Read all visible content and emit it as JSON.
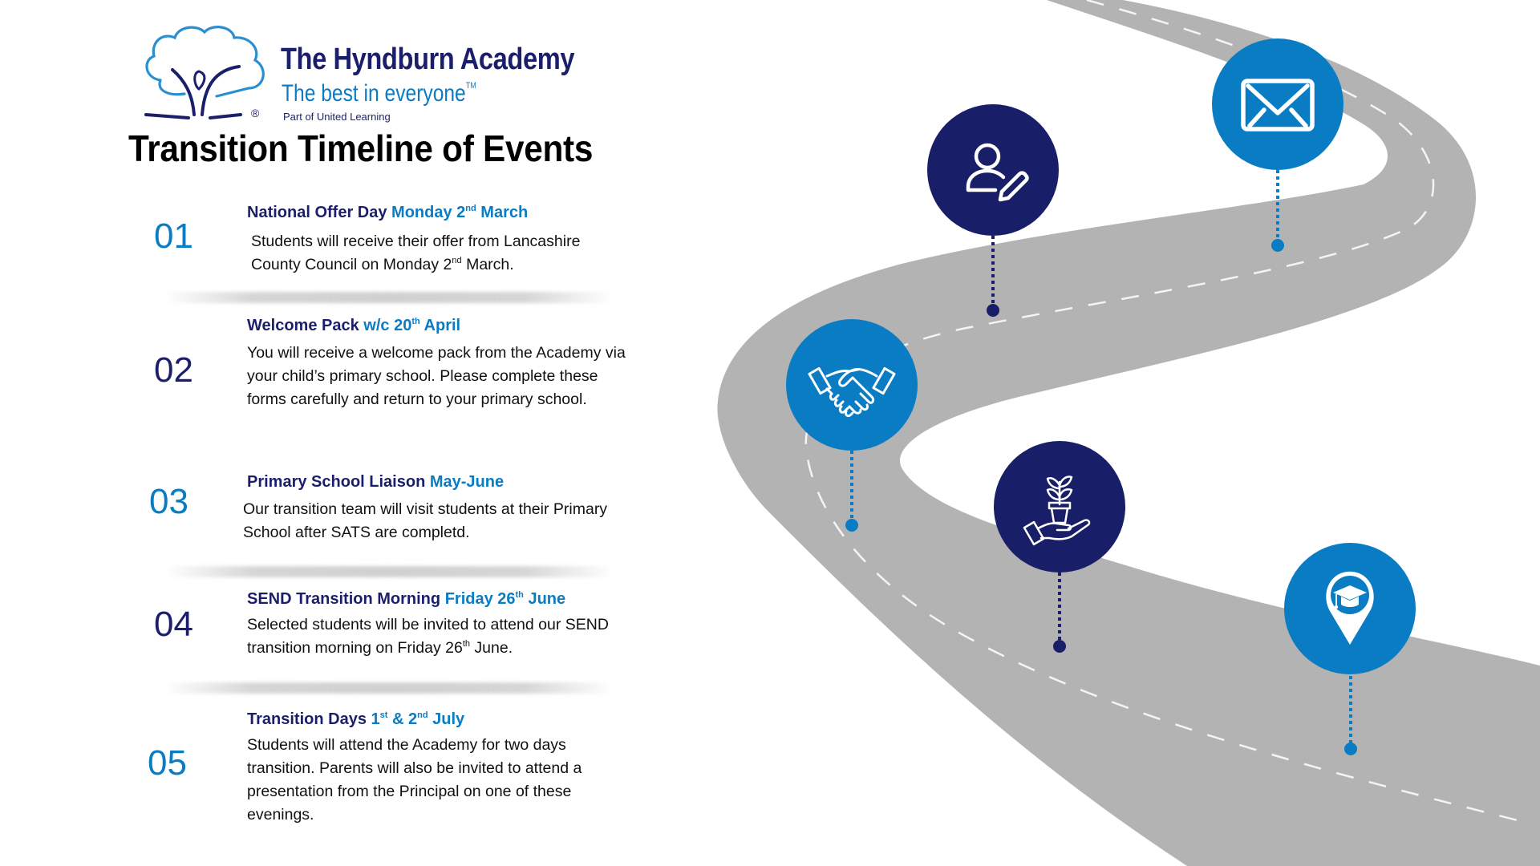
{
  "brand": {
    "name": "The Hyndburn Academy",
    "tagline": "The best in everyone",
    "tagline_mark": "TM",
    "registered_mark": "®",
    "affiliation": "Part of United Learning"
  },
  "page_title": "Transition Timeline of Events",
  "colors": {
    "navy": "#1b1f6b",
    "blue": "#0a7cc4",
    "road": "#b3b3b3"
  },
  "events": [
    {
      "number": "01",
      "title": "National Offer Day",
      "date_parts": [
        "Monday 2",
        "nd",
        " March"
      ],
      "description_parts": [
        "Students will receive their offer from Lancashire County Council on Monday 2",
        "nd",
        " March."
      ]
    },
    {
      "number": "02",
      "title": "Welcome Pack",
      "date_parts": [
        "w/c 20",
        "th",
        " April"
      ],
      "description": "You will receive a welcome pack from the Academy via your child’s primary school. Please complete these forms carefully and return to your primary school."
    },
    {
      "number": "03",
      "title": "Primary School Liaison",
      "date_parts": [
        "May-June"
      ],
      "description": "Our transition team will visit students at their Primary School after SATS are completd."
    },
    {
      "number": "04",
      "title": "SEND Transition Morning",
      "date_parts": [
        "Friday 26",
        "th",
        " June"
      ],
      "description_parts": [
        "Selected students will be invited to attend our SEND transition morning on Friday 26",
        "th",
        " June."
      ]
    },
    {
      "number": "05",
      "title": "Transition Days",
      "date_parts": [
        "1",
        "st",
        " & 2",
        "nd",
        " July"
      ],
      "description": "Students will attend the Academy for two days transition. Parents will also be invited to attend a presentation from the Principal on one of these evenings."
    }
  ],
  "milestones": [
    {
      "icon": "handshake-icon",
      "color": "blue"
    },
    {
      "icon": "user-edit-icon",
      "color": "navy"
    },
    {
      "icon": "plant-in-hand-icon",
      "color": "navy"
    },
    {
      "icon": "envelope-icon",
      "color": "blue"
    },
    {
      "icon": "graduation-pin-icon",
      "color": "blue"
    }
  ]
}
